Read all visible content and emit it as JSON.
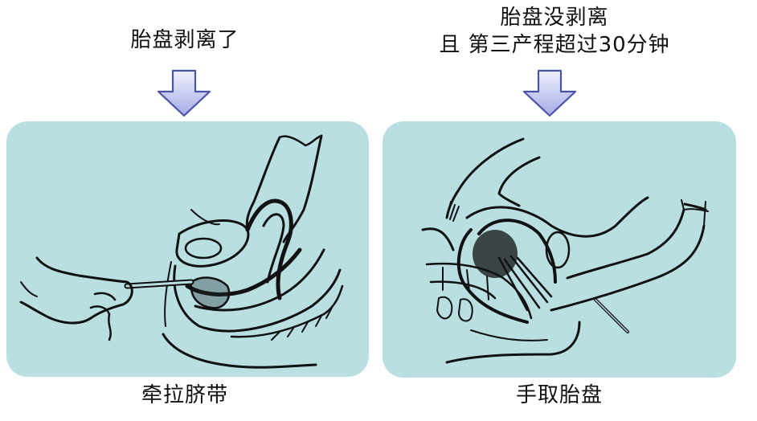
{
  "left": {
    "heading": "胎盘剥离了",
    "arrow_icon": "down-arrow-icon",
    "illustration": "umbilical-cord-traction-illustration",
    "caption": "牵拉脐带"
  },
  "right": {
    "heading_line1": "胎盘没剥离",
    "heading_line2": "且 第三产程超过30分钟",
    "arrow_icon": "down-arrow-icon",
    "illustration": "manual-placenta-removal-illustration",
    "caption": "手取胎盘"
  },
  "colors": {
    "panel_bg": "#b9dfe2",
    "arrow_fill_top": "#eef0fc",
    "arrow_fill_bottom": "#a9ace6",
    "arrow_stroke": "#4a55a8",
    "text": "#111111"
  }
}
